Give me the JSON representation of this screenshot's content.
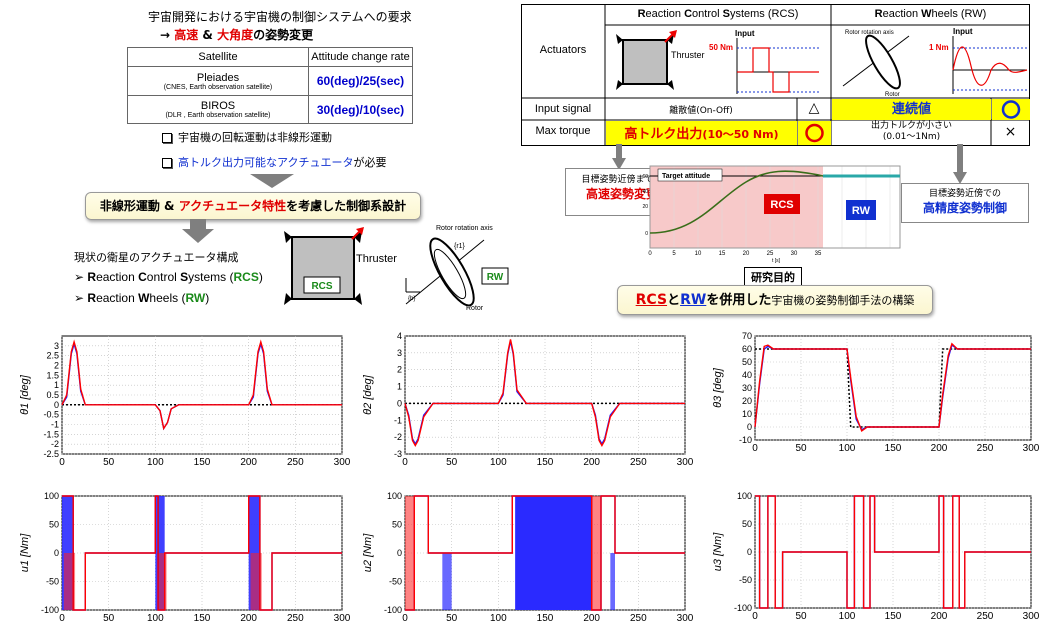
{
  "header": {
    "title": "宇宙開発における宇宙機の制御システムへの要求",
    "arrow_line_prefix": "→ ",
    "kw_fast": "高速",
    "amp": " & ",
    "kw_wide": "大角度",
    "suffix": "の姿勢変更"
  },
  "sat_table": {
    "headers": [
      "Satellite",
      "Attitude change rate"
    ],
    "rows": [
      {
        "name": "Pleiades",
        "sub": "(CNES, Earth observation satellite)",
        "rate": "60(deg)/25(sec)"
      },
      {
        "name": "BIROS",
        "sub": "(DLR , Earth observation satellite)",
        "rate": "30(deg)/10(sec)"
      }
    ]
  },
  "bullets": {
    "b1": "宇宙機の回転運動は非線形運動",
    "b2_blue": "高トルク出力可能なアクチュエータ",
    "b2_rest": "が必要"
  },
  "design_scroll": {
    "p1": "非線形運動 & ",
    "p2_red": "アクチュエータ特性",
    "p3": "を考慮した制御系設計"
  },
  "actuator_list": {
    "title": "現状の衛星のアクチュエータ構成",
    "rcs_a": "R",
    "rcs_b": "eaction ",
    "rcs_c": "C",
    "rcs_d": "ontrol ",
    "rcs_e": "S",
    "rcs_f": "ystems (",
    "rcs_g": "RCS",
    "rcs_h": ")",
    "rw_a": "R",
    "rw_b": "eaction ",
    "rw_c": "W",
    "rw_d": "heels (",
    "rw_e": "RW",
    "rw_f": ")"
  },
  "mid_diagram": {
    "thruster": "Thruster",
    "rcs_box": "RCS",
    "rotor_axis": "Rotor rotation axis",
    "rotor": "Rotor",
    "rw_box": "RW",
    "b_label": "{b}",
    "r_label": "{r1}"
  },
  "comp_table": {
    "col_actuators": "Actuators",
    "rcs_head_a": "R",
    "rcs_head_b": "eaction ",
    "rcs_head_c": "C",
    "rcs_head_d": "ontrol ",
    "rcs_head_e": "S",
    "rcs_head_f": "ystems (RCS)",
    "rw_head_a": "R",
    "rw_head_b": "eaction ",
    "rw_head_c": "W",
    "rw_head_d": "heels (RW)",
    "row_input": "Input signal",
    "row_torque": "Max torque",
    "rcs_input": "離散値(On-Off)",
    "rcs_input_mark": "△",
    "rw_input": "連続値",
    "rcs_torque_a": "高トルク出力",
    "rcs_torque_b": "(10〜50 Nm)",
    "rw_torque_a": "出力トルクが小さい",
    "rw_torque_b": "(0.01〜1Nm)",
    "rw_torque_mark": "×",
    "rcs_thruster": "Thruster",
    "rcs_input_label": "Input",
    "rcs_nm": "50 Nm",
    "rw_input_label": "Input",
    "rw_nm": "1 Nm",
    "rw_axis": "Rotor rotation axis",
    "rw_rotor": "Rotor"
  },
  "mid_right": {
    "left_note_a": "目標姿勢近傍までの",
    "left_note_b": "高速姿勢変更",
    "right_note_a": "目標姿勢近傍での",
    "right_note_b": "高精度姿勢制御",
    "target_attitude": "Target attitude",
    "rcs": "RCS",
    "rw": "RW",
    "xlabel": "t [s]"
  },
  "purpose": {
    "label": "研究目的",
    "rcs": "RCS",
    "to": "と",
    "rw": "RW",
    "rest_blue": "を併用した",
    "rest": "宇宙機の姿勢制御手法の構築"
  },
  "plots_meta": {
    "theta1": "θ1 [deg]",
    "theta2": "θ2 [deg]",
    "theta3": "θ3 [deg]",
    "u1": "u1 [Nm]",
    "u2": "u2 [Nm]",
    "u3": "u3 [Nm]"
  },
  "chart_data": [
    {
      "type": "line",
      "title": "",
      "xlabel": "",
      "ylabel": "θ1 [deg]",
      "xlim": [
        0,
        300
      ],
      "ylim": [
        -2.5,
        3.5
      ],
      "x": [
        0,
        5,
        10,
        13,
        16,
        20,
        25,
        100,
        105,
        109,
        113,
        117,
        125,
        200,
        205,
        210,
        213,
        216,
        220,
        225,
        300
      ],
      "series": [
        {
          "values": [
            0,
            0.5,
            2.7,
            3.2,
            2.7,
            0.8,
            0,
            0,
            -0.3,
            -1.2,
            -0.9,
            -0.2,
            0,
            0,
            0.5,
            2.7,
            3.2,
            2.7,
            0.8,
            0,
            0
          ]
        },
        {
          "values": [
            0,
            0.4,
            2.6,
            3.1,
            2.6,
            0.7,
            0,
            0,
            -0.3,
            -1.2,
            -0.9,
            -0.2,
            0,
            0,
            0.4,
            2.6,
            3.1,
            2.6,
            0.7,
            0,
            0
          ]
        },
        {
          "values": [
            0,
            0,
            0,
            0,
            0,
            0,
            0,
            0,
            0,
            0,
            0,
            0,
            0,
            0,
            0,
            0,
            0,
            0,
            0,
            0,
            0
          ]
        }
      ]
    },
    {
      "type": "line",
      "title": "",
      "xlabel": "",
      "ylabel": "θ2 [deg]",
      "xlim": [
        0,
        300
      ],
      "ylim": [
        -3,
        4
      ],
      "x": [
        0,
        4,
        8,
        11,
        14,
        20,
        30,
        100,
        105,
        110,
        113,
        116,
        120,
        130,
        200,
        204,
        208,
        211,
        214,
        220,
        230,
        300
      ],
      "series": [
        {
          "values": [
            0,
            -0.8,
            -2.2,
            -2.5,
            -2.2,
            -0.8,
            0,
            0,
            0.6,
            3.0,
            3.8,
            3.0,
            0.8,
            0,
            0,
            -0.8,
            -2.2,
            -2.5,
            -2.2,
            -0.8,
            0,
            0
          ]
        },
        {
          "values": [
            0,
            -0.7,
            -2.1,
            -2.4,
            -2.1,
            -0.7,
            0,
            0,
            0.5,
            2.9,
            3.7,
            2.9,
            0.7,
            0,
            0,
            -0.7,
            -2.1,
            -2.4,
            -2.1,
            -0.7,
            0,
            0
          ]
        },
        {
          "values": [
            0,
            0,
            0,
            0,
            0,
            0,
            0,
            0,
            0,
            0,
            0,
            0,
            0,
            0,
            0,
            0,
            0,
            0,
            0,
            0,
            0,
            0
          ]
        }
      ]
    },
    {
      "type": "line",
      "title": "",
      "xlabel": "",
      "ylabel": "θ3 [deg]",
      "xlim": [
        0,
        300
      ],
      "ylim": [
        -10,
        70
      ],
      "x": [
        0,
        5,
        10,
        14,
        20,
        100,
        104,
        110,
        116,
        122,
        130,
        200,
        204,
        210,
        214,
        220,
        300
      ],
      "series": [
        {
          "values": [
            0,
            35,
            62,
            63,
            60,
            60,
            38,
            8,
            -3,
            0,
            0,
            0,
            25,
            55,
            64,
            60,
            60
          ]
        },
        {
          "values": [
            0,
            33,
            60,
            62,
            60,
            60,
            36,
            6,
            -2,
            0,
            0,
            0,
            23,
            53,
            63,
            60,
            60
          ]
        },
        {
          "values": [
            60,
            60,
            60,
            60,
            60,
            60,
            0,
            0,
            0,
            0,
            0,
            0,
            60,
            60,
            60,
            60,
            60
          ]
        }
      ]
    },
    {
      "type": "line",
      "title": "",
      "xlabel": "",
      "ylabel": "u1 [Nm]",
      "xlim": [
        0,
        300
      ],
      "ylim": [
        -100,
        100
      ],
      "x": [
        0,
        12,
        12,
        25,
        25,
        100,
        100,
        103,
        103,
        110,
        110,
        200,
        200,
        212,
        212,
        225,
        225,
        300
      ],
      "series": [
        {
          "values": [
            100,
            100,
            -100,
            -100,
            0,
            0,
            100,
            100,
            -100,
            -100,
            0,
            0,
            100,
            100,
            -100,
            -100,
            0,
            0
          ]
        },
        {
          "values": [
            100,
            100,
            -100,
            -100,
            0,
            0,
            100,
            100,
            -100,
            -100,
            0,
            0,
            100,
            100,
            -100,
            -100,
            0,
            0
          ]
        }
      ]
    },
    {
      "type": "line",
      "title": "",
      "xlabel": "",
      "ylabel": "u2 [Nm]",
      "xlim": [
        0,
        300
      ],
      "ylim": [
        -100,
        100
      ],
      "x": [
        0,
        10,
        10,
        25,
        25,
        115,
        115,
        200,
        200,
        210,
        210,
        225,
        225,
        300
      ],
      "series": [
        {
          "values": [
            -100,
            -100,
            100,
            100,
            0,
            0,
            100,
            100,
            -100,
            -100,
            100,
            100,
            0,
            0
          ]
        },
        {
          "values": [
            -100,
            -100,
            100,
            100,
            0,
            0,
            100,
            100,
            -100,
            -100,
            100,
            100,
            0,
            0
          ]
        }
      ]
    },
    {
      "type": "line",
      "title": "",
      "xlabel": "",
      "ylabel": "u3 [Nm]",
      "xlim": [
        0,
        300
      ],
      "ylim": [
        -100,
        100
      ],
      "x": [
        0,
        5,
        5,
        14,
        14,
        22,
        22,
        30,
        30,
        100,
        100,
        108,
        108,
        118,
        118,
        125,
        125,
        130,
        130,
        200,
        200,
        205,
        205,
        215,
        215,
        222,
        222,
        228,
        228,
        300
      ],
      "series": [
        {
          "values": [
            100,
            100,
            -100,
            -100,
            100,
            100,
            -100,
            -100,
            0,
            0,
            -100,
            -100,
            100,
            100,
            -100,
            -100,
            100,
            100,
            0,
            0,
            100,
            100,
            -100,
            -100,
            100,
            100,
            -100,
            -100,
            0,
            0
          ]
        },
        {
          "values": [
            100,
            100,
            -100,
            -100,
            100,
            100,
            -100,
            -100,
            0,
            0,
            -100,
            -100,
            100,
            100,
            -100,
            -100,
            100,
            100,
            0,
            0,
            100,
            100,
            -100,
            -100,
            100,
            100,
            -100,
            -100,
            0,
            0
          ]
        }
      ]
    }
  ]
}
